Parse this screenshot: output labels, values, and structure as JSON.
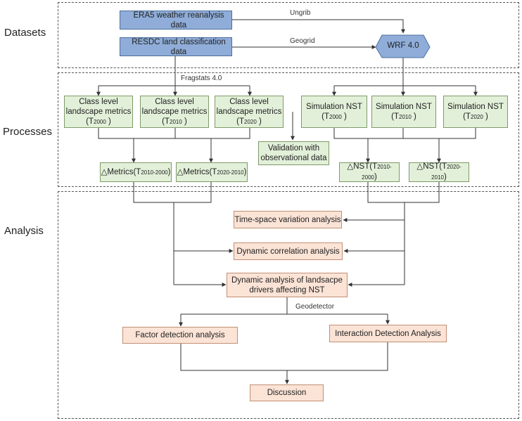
{
  "sections": {
    "datasets": "Datasets",
    "processes": "Processes",
    "analysis": "Analysis"
  },
  "datasets": {
    "era5": "ERA5 weather reanalysis data",
    "resdc": "RESDC land classification data",
    "wrf": "WRF 4.0",
    "ungrib": "Ungrib",
    "geogrid": "Geogrid"
  },
  "processes": {
    "fragstats": "Fragstats 4.0",
    "class_metrics": [
      {
        "line1": "Class level",
        "line2": "landscape metrics",
        "t": "(T",
        "sub": "2000",
        "close": " )"
      },
      {
        "line1": "Class level",
        "line2": "landscape metrics",
        "t": "(T",
        "sub": "2010",
        "close": " )"
      },
      {
        "line1": "Class level",
        "line2": "landscape metrics",
        "t": "(T",
        "sub": "2020",
        "close": " )"
      }
    ],
    "simulations": [
      {
        "line1": "Simulation NST",
        "t": "(T",
        "sub": "2000",
        "close": " )"
      },
      {
        "line1": "Simulation NST",
        "t": "(T",
        "sub": "2010",
        "close": " )"
      },
      {
        "line1": "Simulation NST",
        "t": "(T",
        "sub": "2020",
        "close": " )"
      }
    ],
    "validation": {
      "line1": "Validation with",
      "line2": "observational data"
    },
    "delta_metrics": [
      {
        "prefix": "△Metrics(T",
        "sub": "2010-2000",
        "close": ")"
      },
      {
        "prefix": "△Metrics(T",
        "sub": "2020-2010",
        "close": ")"
      }
    ],
    "delta_nst": [
      {
        "prefix": "△NST(T",
        "sub": "2010-2000",
        "close": ")"
      },
      {
        "prefix": "△NST(T",
        "sub": "2020-2010",
        "close": ")"
      }
    ]
  },
  "analysis": {
    "time_space": "Time-space variation analysis",
    "dynamic_corr": "Dynamic correlation analysis",
    "drivers_line1": "Dynamic analysis of landsacpe",
    "drivers_line2": "drivers affecting NST",
    "geodetector": "Geodetector",
    "factor": "Factor detection analysis",
    "interaction": "Interaction Detection Analysis",
    "discussion": "Discussion"
  }
}
